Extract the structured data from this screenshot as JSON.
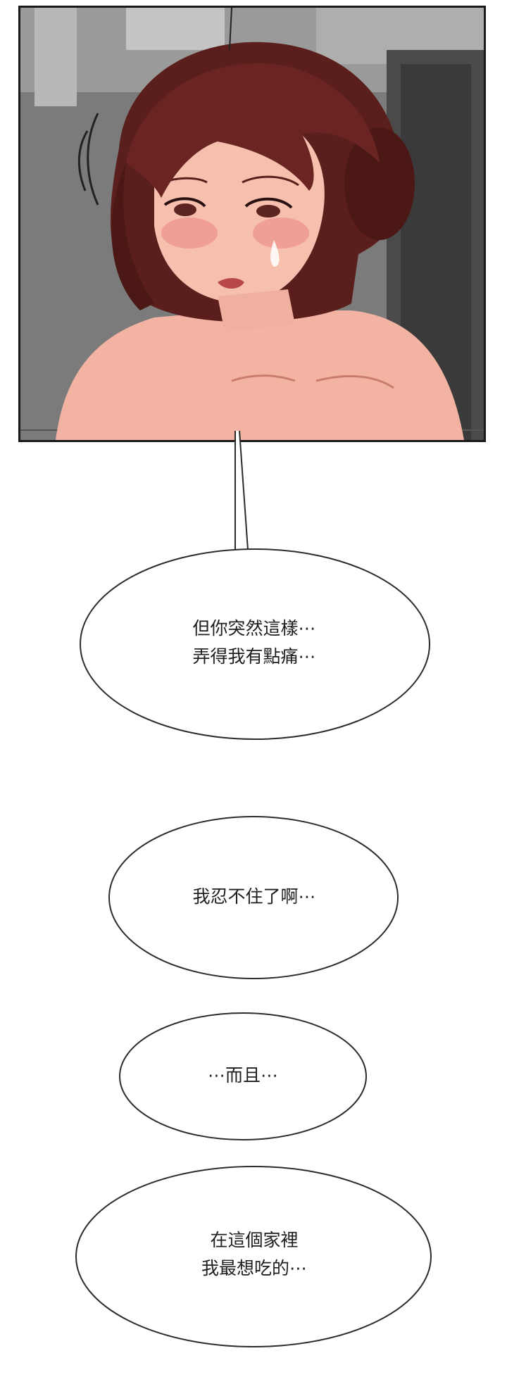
{
  "panel": {
    "description_icon": "comic-panel-image"
  },
  "bubbles": [
    {
      "lines": [
        "但你突然這樣⋯",
        "弄得我有點痛⋯"
      ]
    },
    {
      "lines": [
        "我忍不住了啊⋯"
      ]
    },
    {
      "lines": [
        "⋯而且⋯"
      ]
    },
    {
      "lines": [
        "在這個家裡",
        "我最想吃的⋯"
      ]
    }
  ],
  "colors": {
    "hair": "#5a1f1c",
    "skin": "#f4b7a8",
    "background": "#7a7a7a",
    "outline": "#1a1a1a"
  }
}
